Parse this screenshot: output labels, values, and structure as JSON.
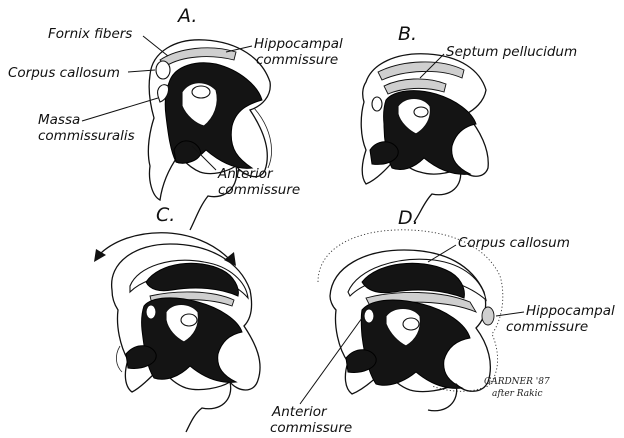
{
  "panels": {
    "a": {
      "letter": "A."
    },
    "b": {
      "letter": "B."
    },
    "c": {
      "letter": "C."
    },
    "d": {
      "letter": "D."
    }
  },
  "labels": {
    "fornix_fibers": "Fornix fibers",
    "hippocampal_commissure_a_line1": "Hippocampal",
    "hippocampal_commissure_a_line2": "commissure",
    "corpus_callosum_a": "Corpus callosum",
    "massa_line1": "Massa",
    "massa_line2": "commissuralis",
    "anterior_commissure_a_line1": "Anterior",
    "anterior_commissure_a_line2": "commissure",
    "septum_pellucidum": "Septum pellucidum",
    "corpus_callosum_d": "Corpus callosum",
    "hippocampal_commissure_d_line1": "Hippocampal",
    "hippocampal_commissure_d_line2": "commissure",
    "anterior_commissure_d_line1": "Anterior",
    "anterior_commissure_d_line2": "commissure"
  },
  "signature": {
    "line1": "GARDNER '87",
    "line2": "after Rakic"
  }
}
